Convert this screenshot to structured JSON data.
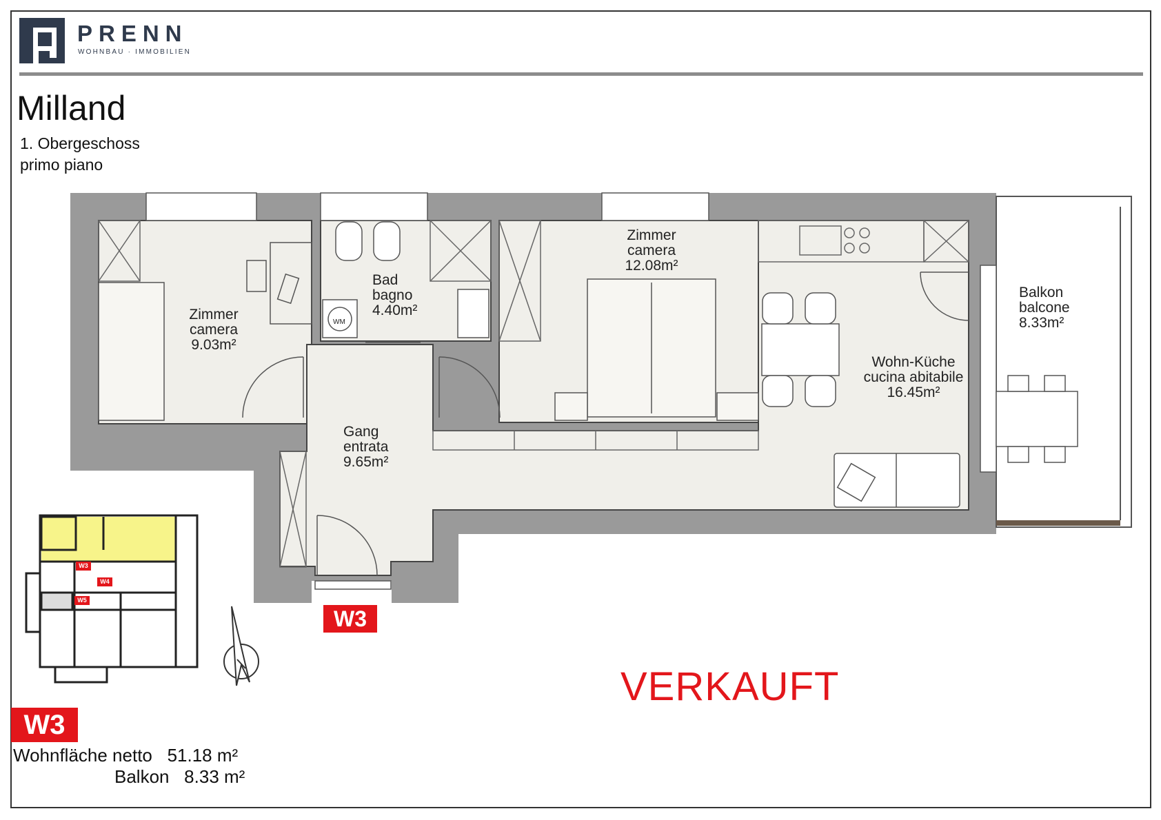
{
  "header": {
    "brand": "PRENN",
    "tagline": "WOHNBAU · IMMOBILIEN",
    "project": "Milland",
    "floor_de": "1. Obergeschoss",
    "floor_it": "primo piano"
  },
  "rooms": [
    {
      "id": "zimmer1",
      "line1": "Zimmer",
      "line2": "camera",
      "area": "9.03m²"
    },
    {
      "id": "bad",
      "line1": "Bad",
      "line2": "bagno",
      "area": "4.40m²"
    },
    {
      "id": "zimmer2",
      "line1": "Zimmer",
      "line2": "camera",
      "area": "12.08m²"
    },
    {
      "id": "wohn",
      "line1": "Wohn-Küche",
      "line2": "cucina abitabile",
      "area": "16.45m²"
    },
    {
      "id": "balkon",
      "line1": "Balkon",
      "line2": "balcone",
      "area": "8.33m²"
    },
    {
      "id": "gang",
      "line1": "Gang",
      "line2": "entrata",
      "area": "9.65m²"
    }
  ],
  "fixtures": {
    "washer": "WM"
  },
  "unit_tag": "W3",
  "keyplan": {
    "labels": [
      "W3",
      "W4",
      "W5"
    ]
  },
  "status": "VERKAUFT",
  "summary": {
    "unit": "W3",
    "net_label": "Wohnfläche netto",
    "net_value": "51.18 m²",
    "balcony_label": "Balkon",
    "balcony_value": "8.33 m²"
  },
  "colors": {
    "wall": "#9a9a9a",
    "floor": "#f0efea",
    "highlight": "#f7f48a",
    "accent_red": "#e3161b",
    "brand": "#2f3a4c"
  }
}
